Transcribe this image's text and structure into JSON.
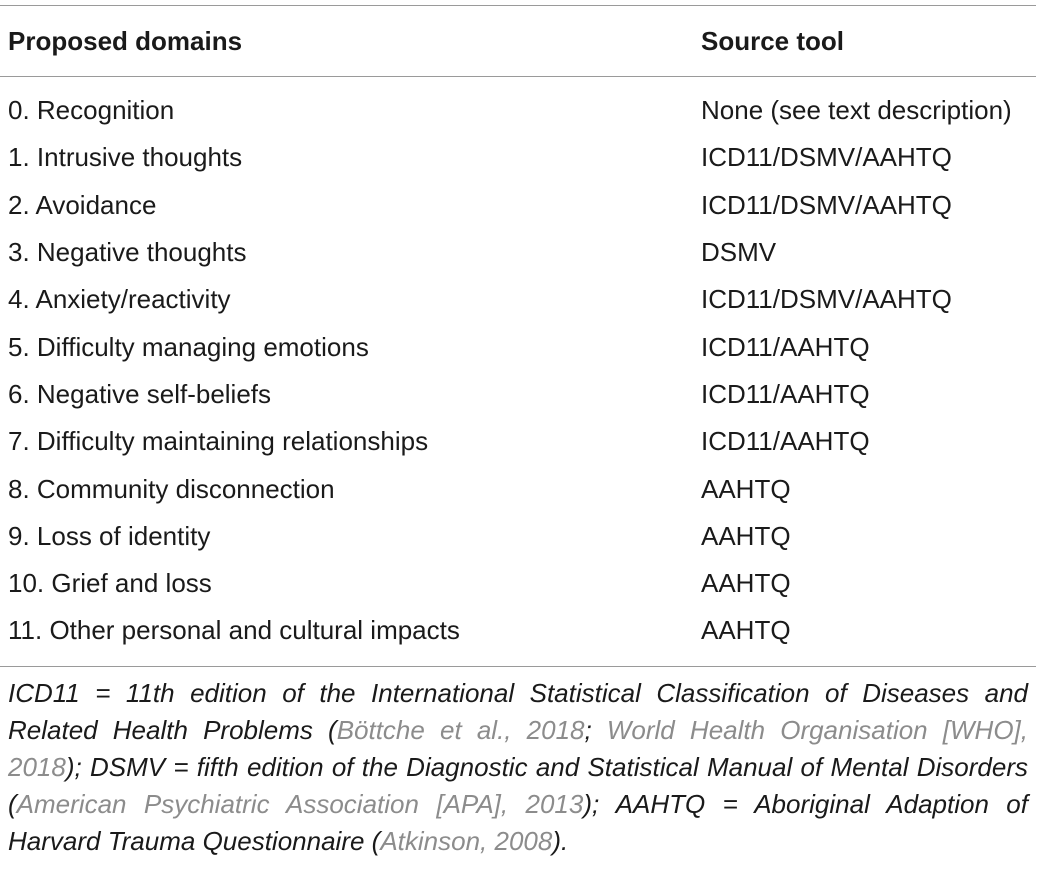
{
  "table": {
    "headers": {
      "domains": "Proposed domains",
      "source": "Source tool"
    },
    "rows": [
      {
        "domain": "0. Recognition",
        "source": "None (see text description)"
      },
      {
        "domain": "1. Intrusive thoughts",
        "source": "ICD11/DSMV/AAHTQ"
      },
      {
        "domain": "2. Avoidance",
        "source": "ICD11/DSMV/AAHTQ"
      },
      {
        "domain": "3. Negative thoughts",
        "source": "DSMV"
      },
      {
        "domain": "4. Anxiety/reactivity",
        "source": "ICD11/DSMV/AAHTQ"
      },
      {
        "domain": "5. Difficulty managing emotions",
        "source": "ICD11/AAHTQ"
      },
      {
        "domain": "6. Negative self-beliefs",
        "source": "ICD11/AAHTQ"
      },
      {
        "domain": "7. Difficulty maintaining relationships",
        "source": "ICD11/AAHTQ"
      },
      {
        "domain": "8. Community disconnection",
        "source": "AAHTQ"
      },
      {
        "domain": "9. Loss of identity",
        "source": "AAHTQ"
      },
      {
        "domain": "10. Grief and loss",
        "source": "AAHTQ"
      },
      {
        "domain": "11. Other personal and cultural impacts",
        "source": "AAHTQ"
      }
    ]
  },
  "footnote": {
    "part1": "ICD11 = 11th edition of the International Statistical Classification of Diseases and Related Health Problems (",
    "cite1": "Böttche et al., 2018",
    "part2": "; ",
    "cite2": "World Health Organisation [WHO], 2018",
    "part3": "); DSMV = fifth edition of the Diagnostic and Statistical Manual of Mental Disorders (",
    "cite3": "American Psychiatric Association [APA], 2013",
    "part4": "); AAHTQ = Aboriginal Adaption of Harvard Trauma Questionnaire (",
    "cite4": "Atkinson, 2008",
    "part5": ")."
  },
  "colors": {
    "text": "#1a1a1a",
    "citation_link": "#8c8c8c",
    "rule": "#9a9a9a"
  }
}
